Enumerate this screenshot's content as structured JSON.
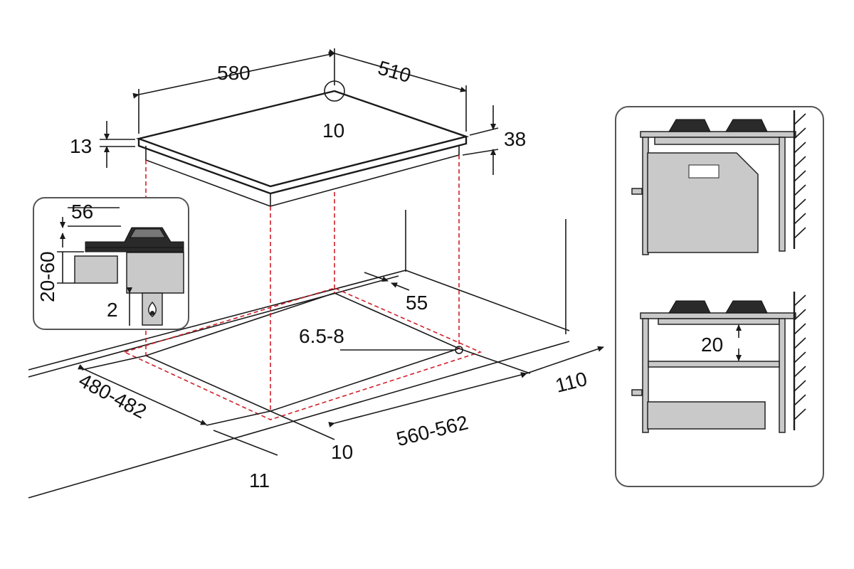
{
  "hob": {
    "width_label": "580",
    "depth_label": "510",
    "corner_radius_label": "10",
    "glass_thickness_label": "13",
    "total_height_label": "38"
  },
  "worktop": {
    "cutout_depth_label": "480-482",
    "cutout_width_label": "560-562",
    "front_offset_label": "10",
    "front_edge_label": "11",
    "rear_gap_label": "55",
    "side_offset_label": "110",
    "corner_radius_label": "6.5-8"
  },
  "inset_left": {
    "top_label": "56",
    "thickness_label": "20-60",
    "gap_label": "2",
    "gas_icon": "gas-flame-icon"
  },
  "inset_right": {
    "gap_label": "20"
  },
  "colors": {
    "cutout_dash": "#d0202a",
    "line": "#1a1a1a",
    "panel_fill": "#c9c9c9"
  }
}
